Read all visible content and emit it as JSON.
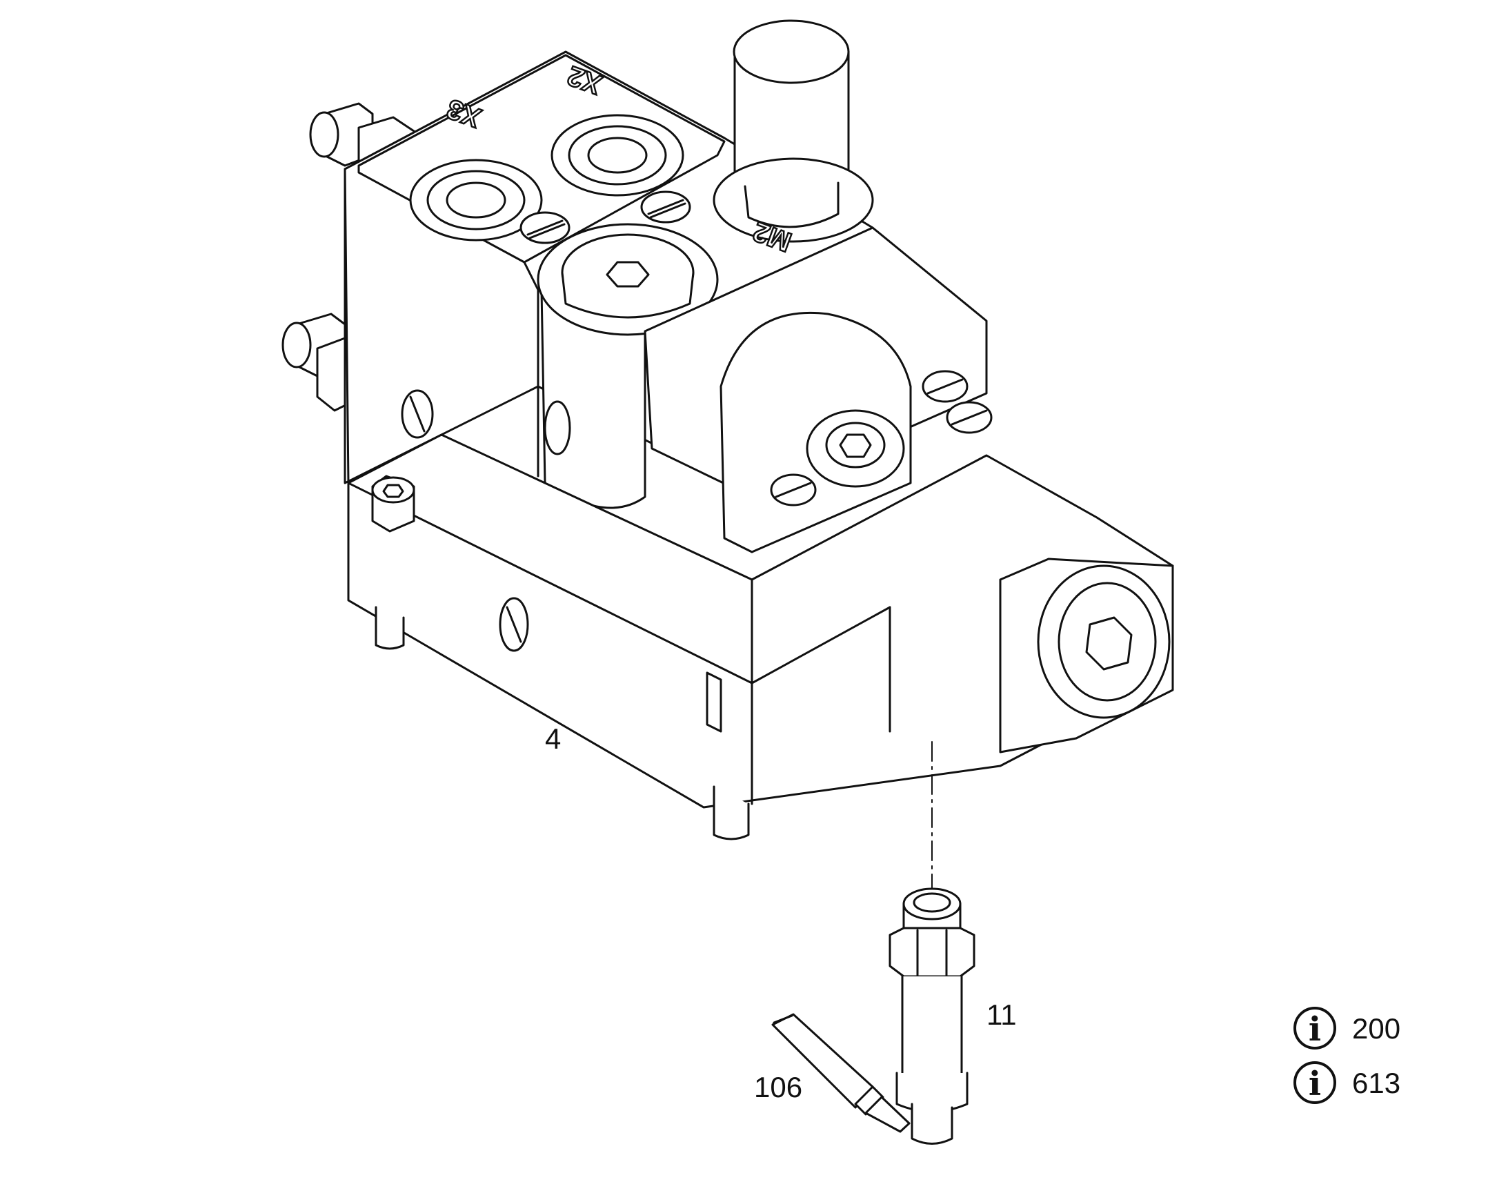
{
  "callouts": {
    "part_4": "4",
    "part_11": "11",
    "part_106": "106"
  },
  "port_markings": {
    "x3": "X3",
    "x2": "X2",
    "m2": "M2"
  },
  "info_refs": [
    {
      "icon": "info-icon",
      "value": "200"
    },
    {
      "icon": "info-icon",
      "value": "613"
    }
  ],
  "colors": {
    "line": "#111111",
    "background": "#ffffff"
  }
}
